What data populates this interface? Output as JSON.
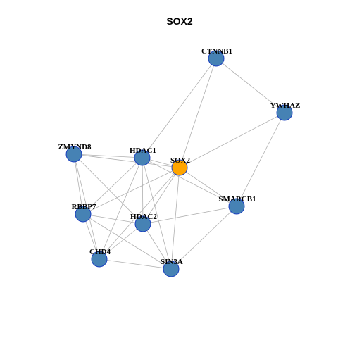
{
  "title": "SOX2",
  "colors": {
    "node_default": "#4682b4",
    "node_highlight": "#ffa500",
    "node_border": "#1a3fbf",
    "edge": "#b0b0b0"
  },
  "nodes": [
    {
      "id": "CTNNB1",
      "label": "CTNNB1",
      "highlight": false
    },
    {
      "id": "YWHAZ",
      "label": "YWHAZ",
      "highlight": false
    },
    {
      "id": "ZMYND8",
      "label": "ZMYND8",
      "highlight": false
    },
    {
      "id": "HDAC1",
      "label": "HDAC1",
      "highlight": false
    },
    {
      "id": "SOX2",
      "label": "SOX2",
      "highlight": true
    },
    {
      "id": "SMARCB1",
      "label": "SMARCB1",
      "highlight": false
    },
    {
      "id": "RBBP7",
      "label": "RBBP7",
      "highlight": false
    },
    {
      "id": "HDAC2",
      "label": "HDAC2",
      "highlight": false
    },
    {
      "id": "CHD4",
      "label": "CHD4",
      "highlight": false
    },
    {
      "id": "SIN3A",
      "label": "SIN3A",
      "highlight": false
    }
  ],
  "edges": [
    [
      "CTNNB1",
      "YWHAZ"
    ],
    [
      "CTNNB1",
      "HDAC1"
    ],
    [
      "CTNNB1",
      "SOX2"
    ],
    [
      "YWHAZ",
      "SOX2"
    ],
    [
      "YWHAZ",
      "SMARCB1"
    ],
    [
      "ZMYND8",
      "HDAC1"
    ],
    [
      "ZMYND8",
      "SOX2"
    ],
    [
      "ZMYND8",
      "RBBP7"
    ],
    [
      "ZMYND8",
      "CHD4"
    ],
    [
      "ZMYND8",
      "HDAC2"
    ],
    [
      "HDAC1",
      "SOX2"
    ],
    [
      "HDAC1",
      "RBBP7"
    ],
    [
      "HDAC1",
      "HDAC2"
    ],
    [
      "HDAC1",
      "CHD4"
    ],
    [
      "HDAC1",
      "SIN3A"
    ],
    [
      "HDAC1",
      "SMARCB1"
    ],
    [
      "SOX2",
      "SMARCB1"
    ],
    [
      "SOX2",
      "RBBP7"
    ],
    [
      "SOX2",
      "HDAC2"
    ],
    [
      "SOX2",
      "CHD4"
    ],
    [
      "SOX2",
      "SIN3A"
    ],
    [
      "RBBP7",
      "HDAC2"
    ],
    [
      "RBBP7",
      "CHD4"
    ],
    [
      "RBBP7",
      "SIN3A"
    ],
    [
      "HDAC2",
      "SIN3A"
    ],
    [
      "HDAC2",
      "CHD4"
    ],
    [
      "HDAC2",
      "SMARCB1"
    ],
    [
      "CHD4",
      "SIN3A"
    ],
    [
      "SIN3A",
      "SMARCB1"
    ]
  ]
}
